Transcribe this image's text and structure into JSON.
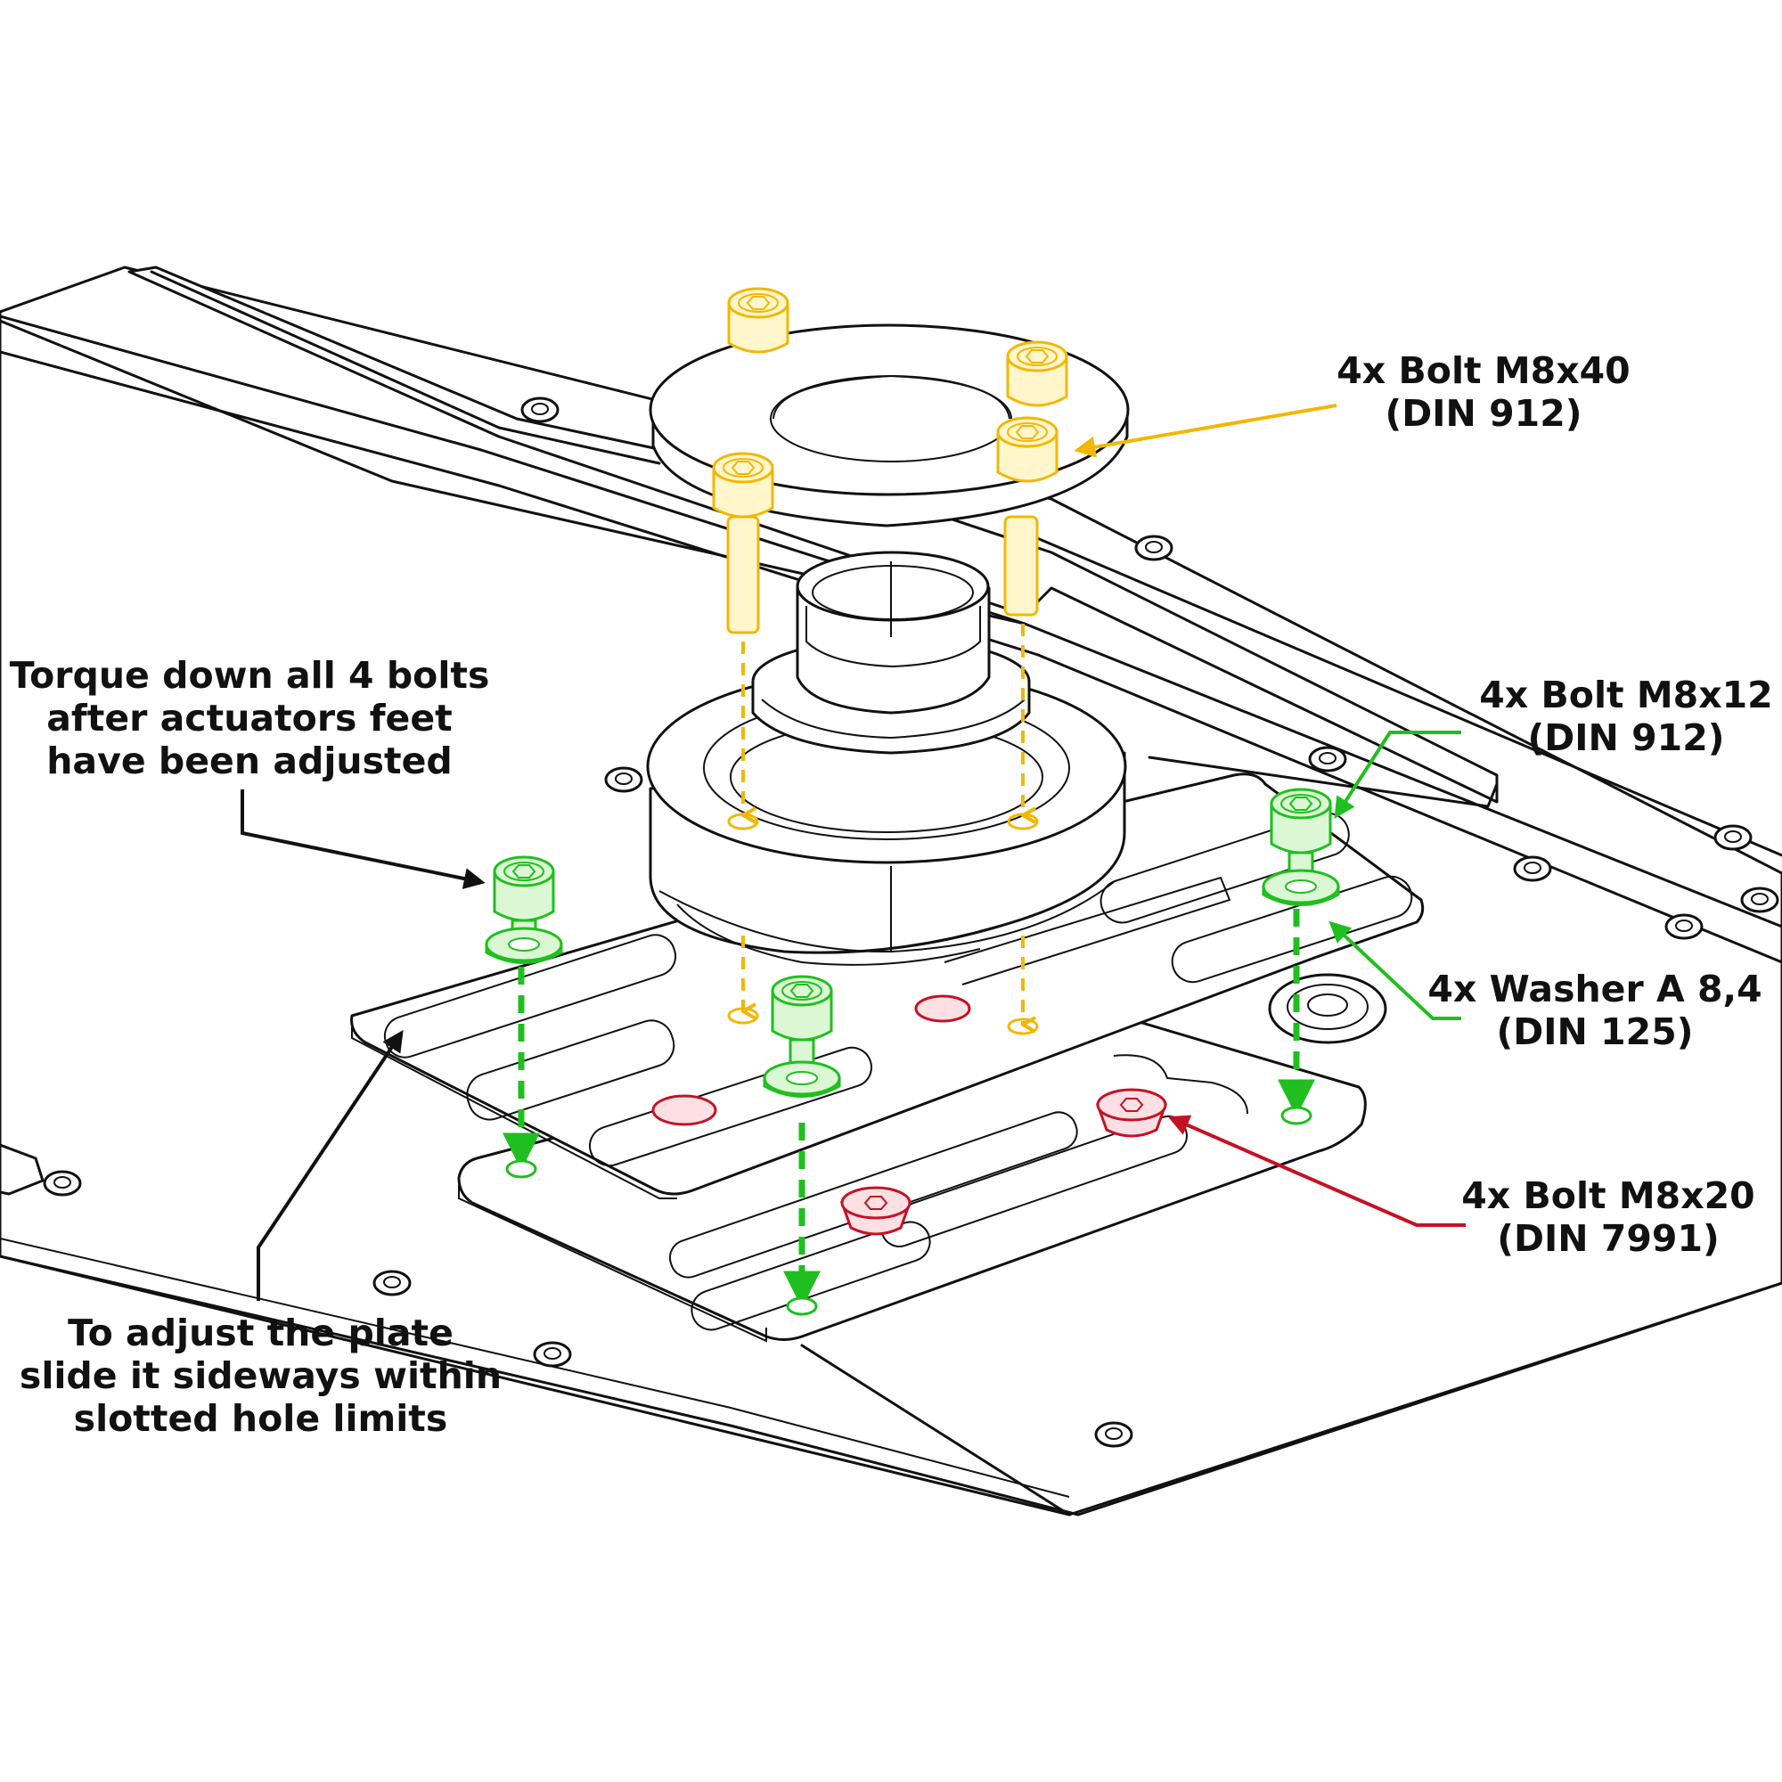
{
  "colors": {
    "yellow": "#f2b705",
    "yellow_fill": "#fff6cc",
    "green": "#1fbf1f",
    "green_fill": "#dcf7d4",
    "red": "#c41224",
    "red_fill": "#fde0e3",
    "ink": "#111111"
  },
  "callouts": {
    "bolt_m8x40": {
      "line1": "4x Bolt M8x40",
      "line2": "(DIN 912)"
    },
    "bolt_m8x12": {
      "line1": "4x Bolt M8x12",
      "line2": "(DIN 912)"
    },
    "washer": {
      "line1": "4x Washer A 8,4",
      "line2": "(DIN 125)"
    },
    "bolt_m8x20": {
      "line1": "4x Bolt M8x20",
      "line2": "(DIN 7991)"
    },
    "torque_note": {
      "line1": "Torque down all 4 bolts",
      "line2": "after actuators feet",
      "line3": "have been adjusted"
    },
    "adjust_note": {
      "line1": "To adjust the plate",
      "line2": "slide it sideways within",
      "line3": "slotted hole limits"
    }
  },
  "icons": {
    "socket_head_bolt": "socket-head-bolt-icon",
    "countersunk_bolt": "countersunk-bolt-icon",
    "washer": "washer-icon"
  }
}
